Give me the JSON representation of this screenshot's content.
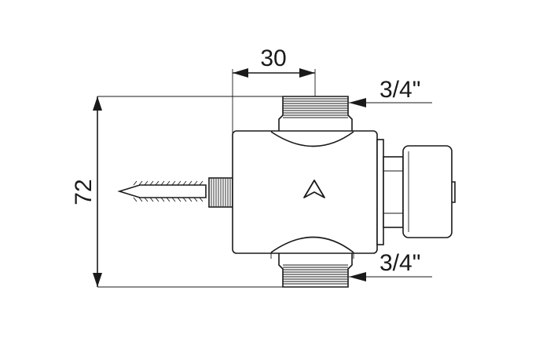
{
  "dimensions": {
    "width_label": "30",
    "height_label": "72",
    "thread_top_label": "3/4\"",
    "thread_bottom_label": "3/4\""
  }
}
